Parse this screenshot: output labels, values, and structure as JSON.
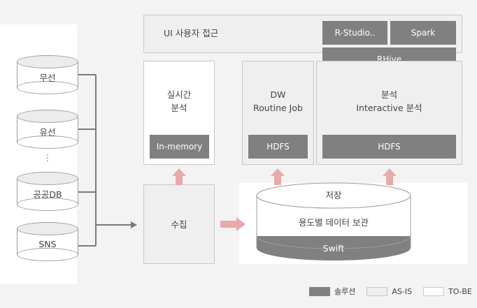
{
  "ui_access": {
    "label": "UI 사용자 접근",
    "r_studio": "R-Studio..",
    "spark": "Spark",
    "rhive": "RHive"
  },
  "realtime": {
    "label_line1": "실시간",
    "label_line2": "분석",
    "solution": "In-memory"
  },
  "dw": {
    "label_line1": "DW",
    "label_line2": "Routine Job",
    "solution": "HDFS"
  },
  "interactive": {
    "label_line1": "분석",
    "label_line2": "Interactive 분석",
    "solution": "HDFS"
  },
  "collect": {
    "label": "수집"
  },
  "storage": {
    "top": "저장",
    "middle": "용도별 데이터 보관",
    "bottom": "Swift"
  },
  "sources": {
    "wireless": "무선",
    "wired": "유선",
    "dots": "⋮",
    "public_db": "공공DB",
    "sns": "SNS"
  },
  "legend": {
    "solution": "솔루션",
    "as_is": "AS-IS",
    "to_be": "TO-BE"
  },
  "colors": {
    "solution": "#808080",
    "as_is": "#efefef",
    "to_be": "#ffffff",
    "arrow": "#e8a9ab",
    "line": "#7a7a7a"
  }
}
